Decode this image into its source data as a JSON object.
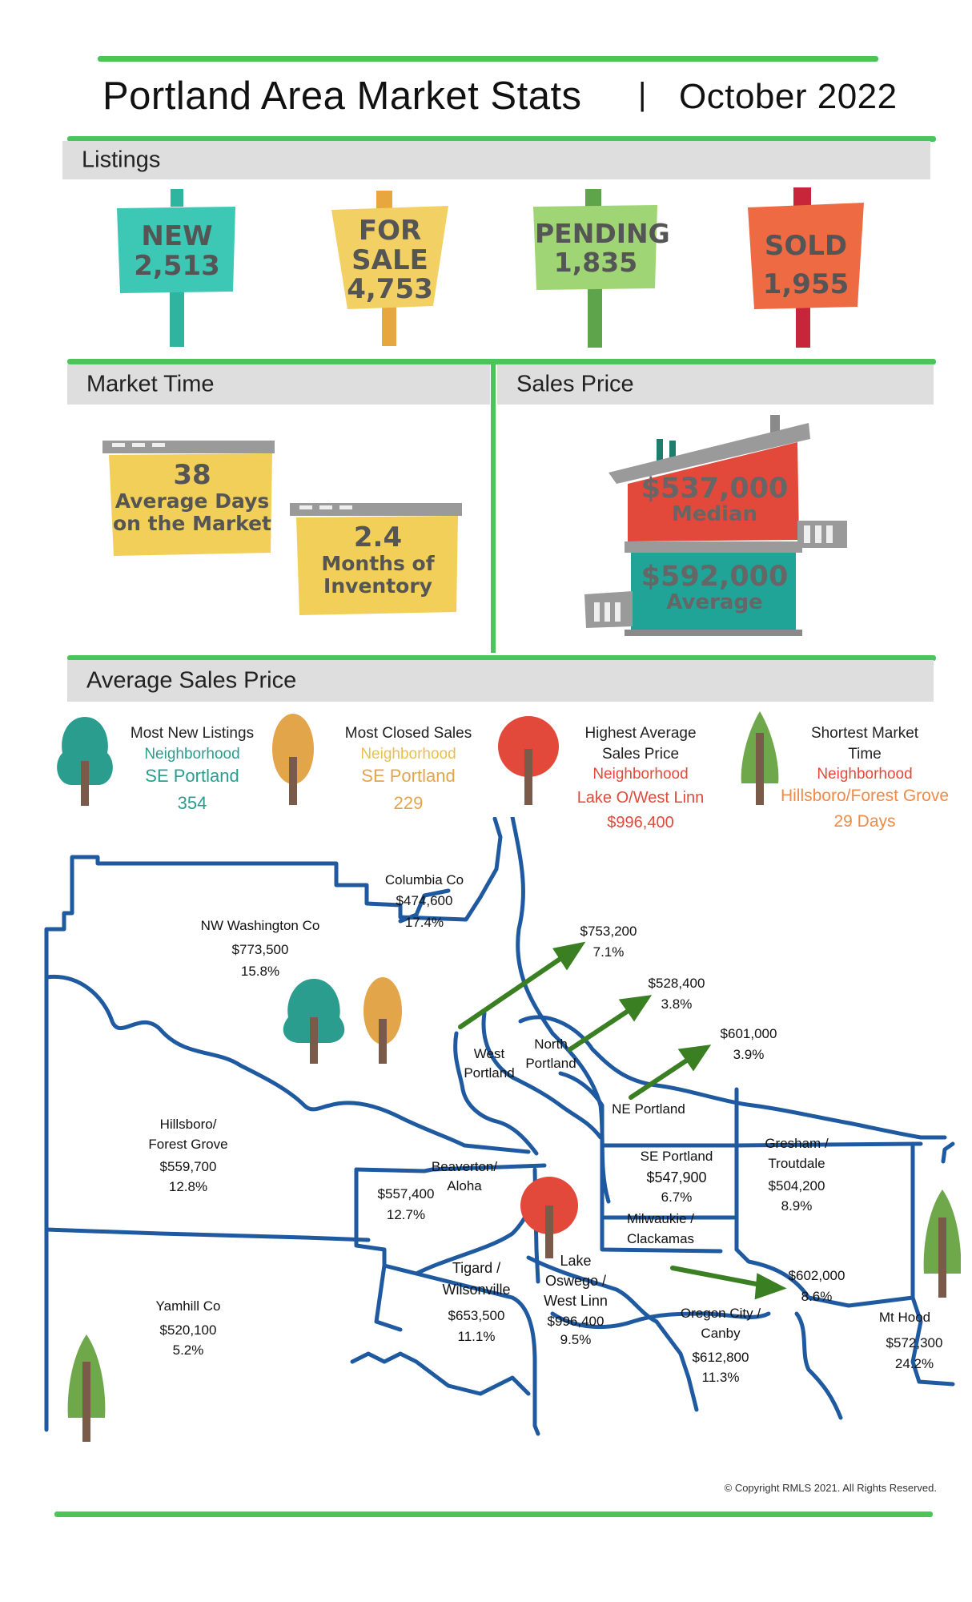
{
  "header": {
    "title": "Portland Area Market Stats",
    "separator": "|",
    "period": "October 2022"
  },
  "listings": {
    "heading": "Listings",
    "signs": [
      {
        "label": "NEW",
        "value": "2,513",
        "color": "#3cc8b4"
      },
      {
        "label": "FOR SALE",
        "label_line1": "FOR",
        "label_line2": "SALE",
        "value": "4,753",
        "color": "#f2d064"
      },
      {
        "label": "PENDING",
        "value": "1,835",
        "color": "#9fd574"
      },
      {
        "label": "SOLD",
        "value": "1,955",
        "color": "#ee6a43"
      }
    ]
  },
  "market_time": {
    "heading": "Market Time",
    "days_value": "38",
    "days_line1": "Average Days",
    "days_line2": "on the Market",
    "months_value": "2.4",
    "months_line1": "Months of",
    "months_line2": "Inventory"
  },
  "sales_price": {
    "heading": "Sales Price",
    "median_value": "$537,000",
    "median_label": "Median",
    "average_value": "$592,000",
    "average_label": "Average"
  },
  "average_sales_price": {
    "heading": "Average Sales Price",
    "highlights": [
      {
        "line1": "Most New Listings",
        "line2": "",
        "sub": "Neighborhood",
        "area": "SE Portland",
        "value": "354",
        "color": "#2a9d8f",
        "icon": "teal-tree-icon"
      },
      {
        "line1": "Most Closed Sales",
        "line2": "",
        "sub": "Neighborhood",
        "area": "SE Portland",
        "value": "229",
        "color": "#e8c04e",
        "icon": "orange-tree-icon"
      },
      {
        "line1": "Highest Average",
        "line2": "Sales Price",
        "sub": "Neighborhood",
        "area": "Lake O/West Linn",
        "value": "$996,400",
        "color": "#e2493a",
        "icon": "red-tree-icon"
      },
      {
        "line1": "Shortest Market",
        "line2": "Time",
        "sub": "Neighborhood",
        "area": "Hillsboro/Forest Grove",
        "value": "29 Days",
        "color": "#f08a48",
        "sub_color": "#e2493a",
        "icon": "green-pine-tree-icon"
      }
    ]
  },
  "map": {
    "regions": [
      {
        "name": "Columbia Co",
        "price": "$474,600",
        "pct": "17.4%"
      },
      {
        "name": "NW Washington Co",
        "price": "$773,500",
        "pct": "15.8%"
      },
      {
        "name": "West Portland",
        "line1": "West",
        "line2": "Portland",
        "price": "$753,200",
        "pct": "7.1%"
      },
      {
        "name": "North Portland",
        "line1": "North",
        "line2": "Portland",
        "price": "$528,400",
        "pct": "3.8%"
      },
      {
        "name": "NE Portland",
        "price": "$601,000",
        "pct": "3.9%"
      },
      {
        "name": "Hillsboro/ Forest Grove",
        "line1": "Hillsboro/",
        "line2": "Forest Grove",
        "price": "$559,700",
        "pct": "12.8%"
      },
      {
        "name": "Beaverton/ Aloha",
        "line1": "Beaverton/",
        "line2": "Aloha",
        "price": "$557,400",
        "pct": "12.7%"
      },
      {
        "name": "SE Portland",
        "price": "$547,900",
        "pct": "6.7%"
      },
      {
        "name": "Gresham / Troutdale",
        "line1": "Gresham /",
        "line2": "Troutdale",
        "price": "$504,200",
        "pct": "8.9%"
      },
      {
        "name": "Milwaukie / Clackamas",
        "line1": "Milwaukie /",
        "line2": "Clackamas",
        "price": "$602,000",
        "pct": "8.6%"
      },
      {
        "name": "Tigard / Wilsonville",
        "line1": "Tigard /",
        "line2": "Wilsonville",
        "price": "$653,500",
        "pct": "11.1%"
      },
      {
        "name": "Lake Oswego / West Linn",
        "line1": "Lake",
        "line2": "Oswego /",
        "line3": "West Linn",
        "price": "$996,400",
        "pct": "9.5%"
      },
      {
        "name": "Oregon City / Canby",
        "line1": "Oregon City /",
        "line2": "Canby",
        "price": "$612,800",
        "pct": "11.3%"
      },
      {
        "name": "Mt Hood",
        "price": "$572,300",
        "pct": "24.2%"
      },
      {
        "name": "Yamhill Co",
        "price": "$520,100",
        "pct": "5.2%"
      }
    ]
  },
  "footer": {
    "copyright": "© Copyright RMLS 2021. All Rights Reserved."
  },
  "colors": {
    "accent_green": "#4bc55a",
    "map_line": "#1f5aa0",
    "arrow_green": "#3a7f22",
    "section_bar": "#dedede"
  }
}
